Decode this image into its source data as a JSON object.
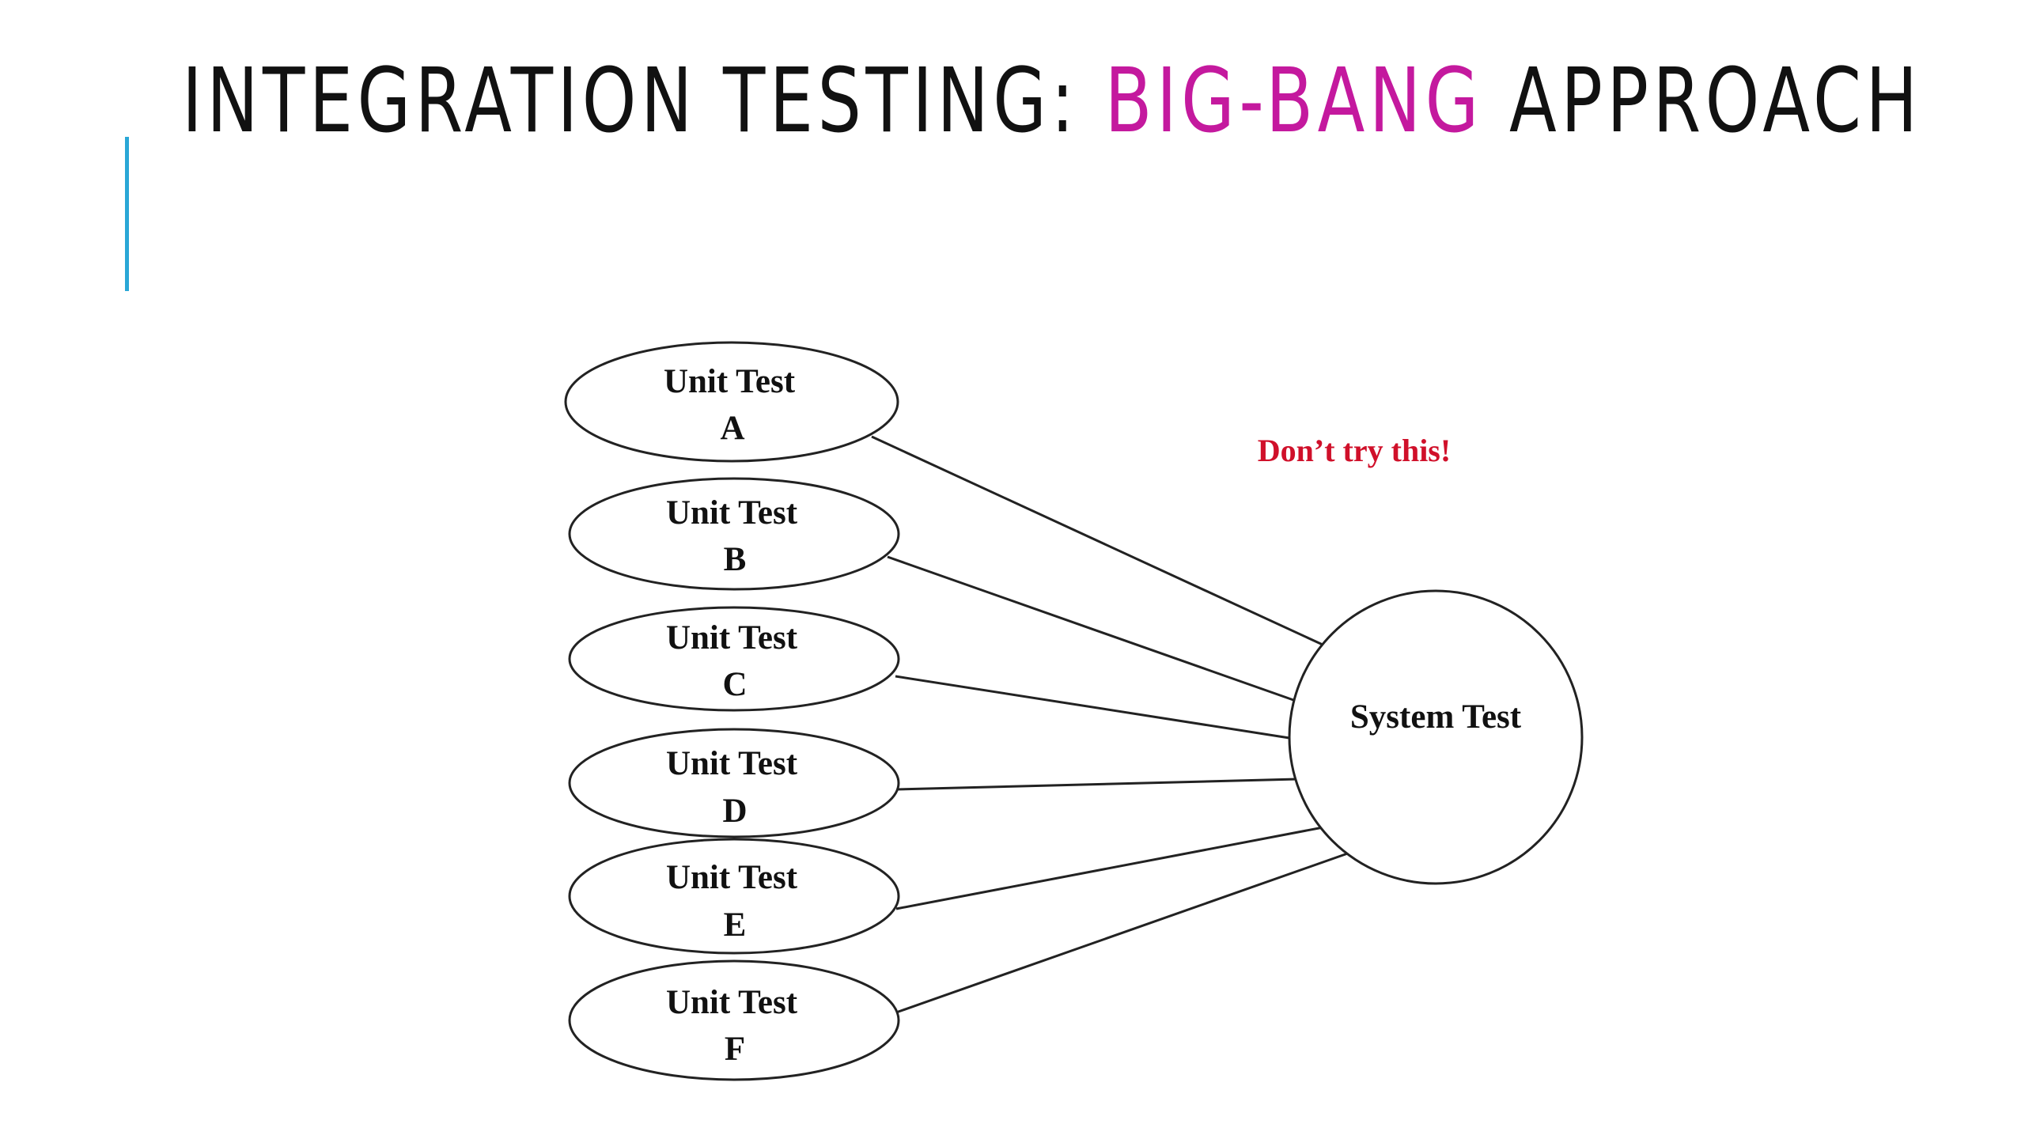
{
  "slide": {
    "title_part1": "INTEGRATION TESTING: ",
    "title_highlight": "BIG-BANG",
    "title_part2": " APPROACH",
    "accent_color": "#2aa7d6",
    "highlight_color": "#c4199e"
  },
  "diagram": {
    "units": [
      {
        "line1": "Unit Test",
        "line2": "A"
      },
      {
        "line1": "Unit Test",
        "line2": "B"
      },
      {
        "line1": "Unit Test",
        "line2": "C"
      },
      {
        "line1": "Unit Test",
        "line2": "D"
      },
      {
        "line1": "Unit Test",
        "line2": "E"
      },
      {
        "line1": "Unit Test",
        "line2": "F"
      }
    ],
    "system": {
      "label": "System Test"
    },
    "note": {
      "text": "Don’t try this!",
      "color": "#d0102a"
    }
  }
}
